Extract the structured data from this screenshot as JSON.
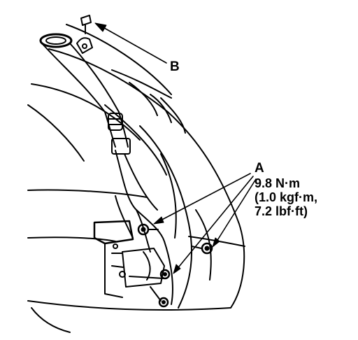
{
  "diagram": {
    "callout_b": "B",
    "callout_a": "A",
    "torque_spec": {
      "line1": "9.8 N·m",
      "line2": "(1.0 kgf·m,",
      "line3": "7.2 lbf·ft)"
    },
    "colors": {
      "ink": "#000000",
      "paper": "#ffffff"
    }
  }
}
